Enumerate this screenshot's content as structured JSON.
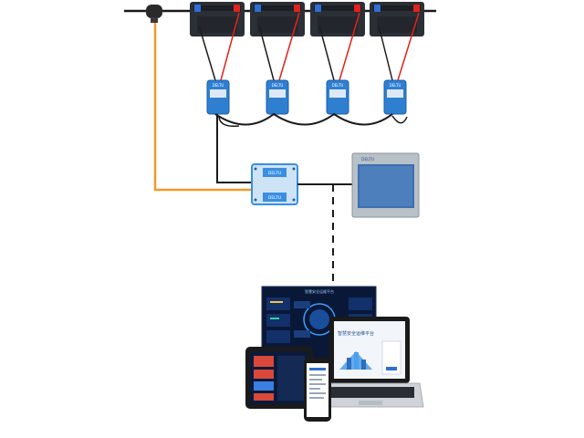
{
  "colors": {
    "battery_body": "#2b2f36",
    "positive_wire": "#e2231a",
    "negative_wire": "#1e1e1e",
    "sensor_blue": "#2f7fd1",
    "current_sensor_wire": "#f39a2b",
    "gateway_blue": "#3a8fe0",
    "hmi_frame": "#9aa3ad",
    "hmi_screen": "#3d6fb0"
  },
  "batteries": [
    {
      "icon": "battery-icon"
    },
    {
      "icon": "battery-icon"
    },
    {
      "icon": "battery-icon"
    },
    {
      "icon": "battery-icon"
    }
  ],
  "sensors": [
    {
      "brand": "DELTU",
      "icon": "battery-monitor-icon"
    },
    {
      "brand": "DELTU",
      "icon": "battery-monitor-icon"
    },
    {
      "brand": "DELTU",
      "icon": "battery-monitor-icon"
    },
    {
      "brand": "DELTU",
      "icon": "battery-monitor-icon"
    }
  ],
  "gateway": {
    "top_label": "DELTU",
    "bottom_label": "DELTU"
  },
  "hmi": {
    "brand": "DELTU"
  },
  "dashboard": {
    "title": "智慧安全运维平台"
  },
  "laptop": {
    "title": "智慧安全运维平台"
  }
}
